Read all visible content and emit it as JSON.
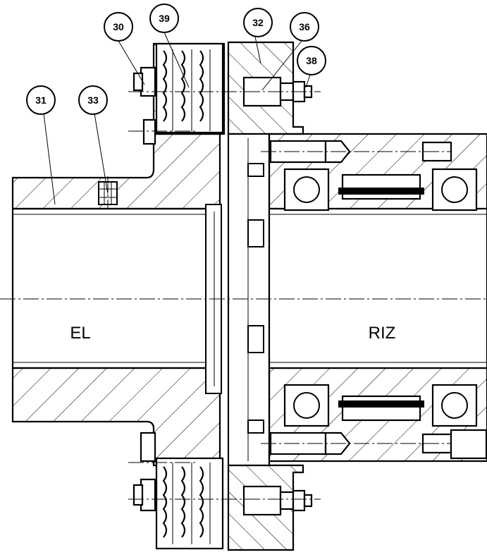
{
  "balloons": [
    {
      "id": "31",
      "label": "31"
    },
    {
      "id": "33",
      "label": "33"
    },
    {
      "id": "30",
      "label": "30"
    },
    {
      "id": "39",
      "label": "39"
    },
    {
      "id": "32",
      "label": "32"
    },
    {
      "id": "36",
      "label": "36"
    },
    {
      "id": "38",
      "label": "38"
    }
  ],
  "shaft_labels": {
    "left": "EL",
    "right": "RIZ"
  }
}
